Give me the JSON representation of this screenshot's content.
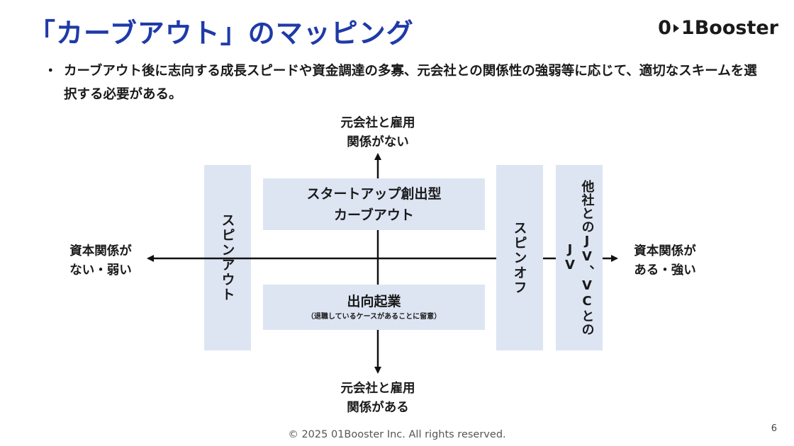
{
  "slide": {
    "title": "「カーブアウト」のマッピング",
    "logo": {
      "left": "0",
      "right": "1Booster"
    },
    "bullet_marker": "・",
    "bullet_text": "カーブアウト後に志向する成長スピードや資金調達の多寡、元会社との関係性の強弱等に応じて、適切なスキームを選択する必要がある。",
    "page_number": "6",
    "footer": "© 2025 01Booster Inc. All rights reserved."
  },
  "diagram": {
    "axis_top": "元会社と雇用\n関係がない",
    "axis_bottom": "元会社と雇用\n関係がある",
    "axis_left": "資本関係が\nない・弱い",
    "axis_right": "資本関係が\nある・強い",
    "box_spinout": "スピンアウト",
    "box_startup_carveout": "スタートアップ創出型\nカーブアウト",
    "box_shukko": "出向起業",
    "box_shukko_note": "（退職しているケースがあることに留意）",
    "box_spinoff": "スピンオフ",
    "box_jv": "他社とのJV、VCとのJV",
    "colors": {
      "box_fill": "#dde5f3",
      "title": "#1f3aa8",
      "axis": "#111111"
    }
  }
}
